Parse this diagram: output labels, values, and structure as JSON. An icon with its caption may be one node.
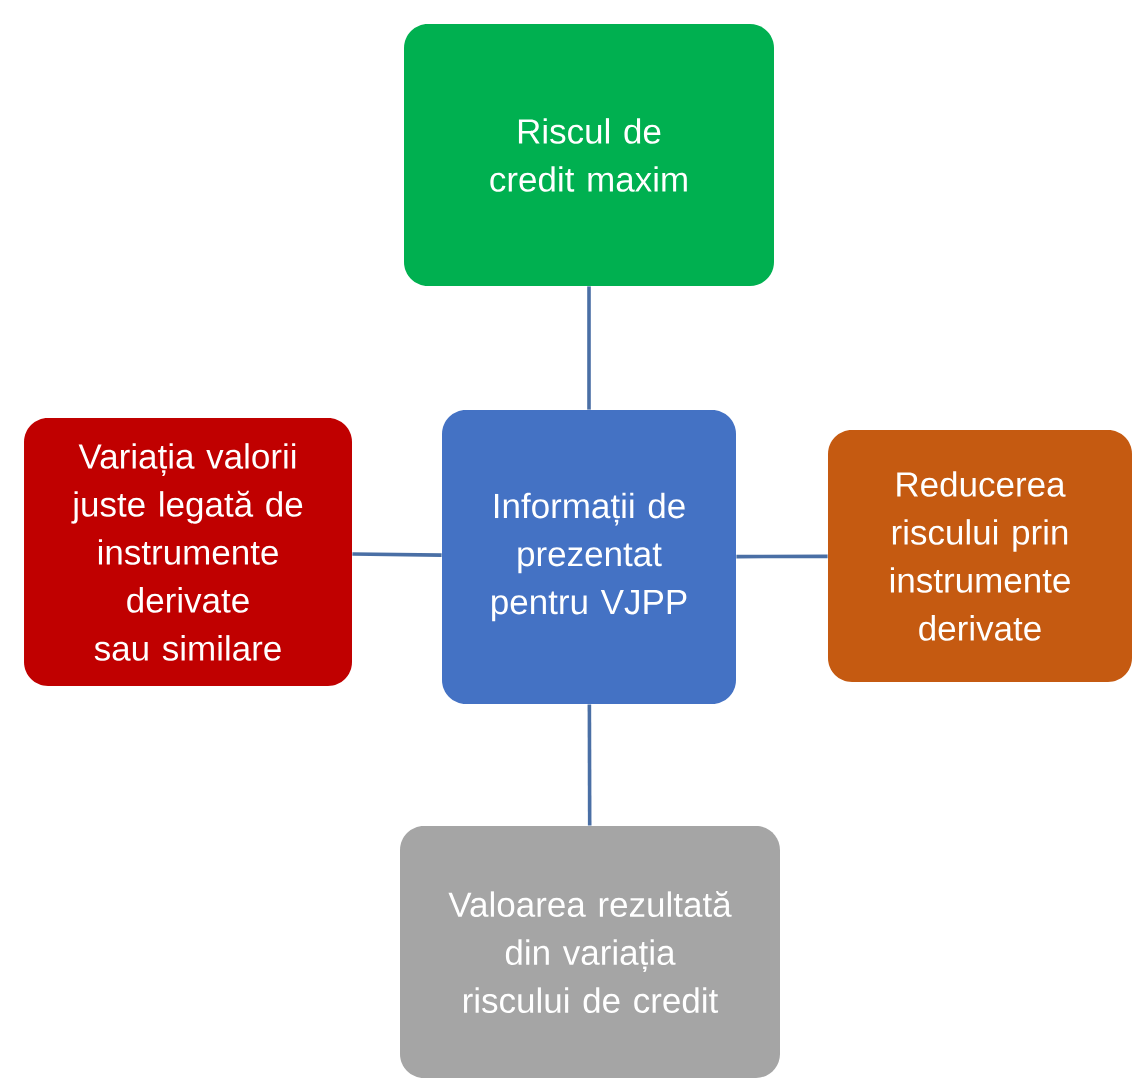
{
  "diagram": {
    "nodes": [
      {
        "text": [
          "Riscul de credit maxim"
        ]
      },
      {
        "text": [
          "Variația valorii juste legată de instrumente derivate sau similare"
        ]
      },
      {
        "text": [
          "Informații de prezentat pentru VJPP"
        ]
      },
      {
        "text": [
          "Reducerea riscului prin instrumente derivate"
        ]
      },
      {
        "text": [
          "Valoarea rezultată din variația riscului de credit"
        ]
      }
    ],
    "edges": [
      {
        "from": 2,
        "to": 0,
        "arrow": "none"
      },
      {
        "from": 2,
        "to": 1,
        "arrow": "none"
      },
      {
        "from": 2,
        "to": 3,
        "arrow": "none"
      },
      {
        "from": 2,
        "to": 4,
        "arrow": "none"
      }
    ]
  }
}
